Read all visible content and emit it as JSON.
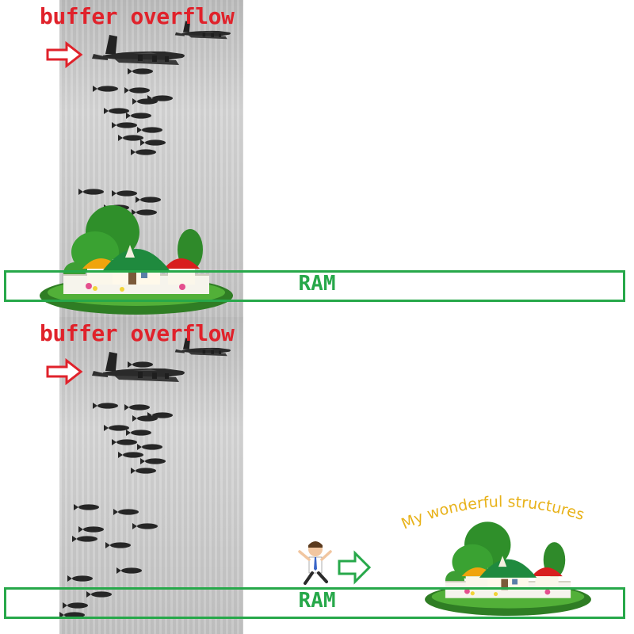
{
  "panels": [
    {
      "overflow_label": "buffer overflow",
      "memory_label": "RAM"
    },
    {
      "overflow_label": "buffer overflow",
      "memory_label": "RAM",
      "caption": "My wonderful structures"
    }
  ],
  "icons": {
    "arrow": "arrow-right-icon",
    "aircraft": "bomber-aircraft-icon",
    "bomb": "bomb-icon",
    "house": "house-island-icon",
    "person": "running-man-icon"
  },
  "colors": {
    "overflow_text": "#e0222b",
    "memory_outline": "#27a84a",
    "caption_text": "#e8b21a"
  }
}
